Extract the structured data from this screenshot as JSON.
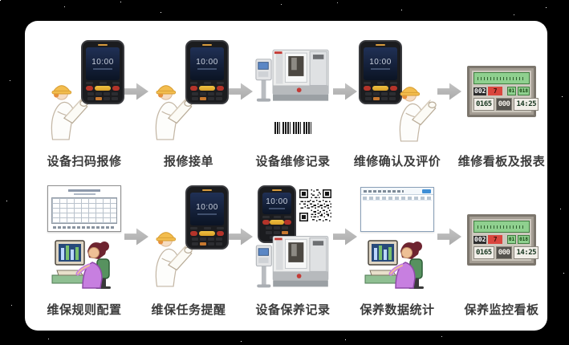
{
  "flow": {
    "rows": [
      {
        "name": "repair-flow",
        "steps": [
          {
            "label": "设备扫码报修"
          },
          {
            "label": "报修接单"
          },
          {
            "label": "设备维修记录"
          },
          {
            "label": "维修确认及评价"
          },
          {
            "label": "维修看板及报表"
          }
        ]
      },
      {
        "name": "maintenance-flow",
        "steps": [
          {
            "label": "维保规则配置"
          },
          {
            "label": "维保任务提醒"
          },
          {
            "label": "设备保养记录"
          },
          {
            "label": "保养数据统计"
          },
          {
            "label": "保养监控看板"
          }
        ]
      }
    ]
  },
  "pda": {
    "time": "10:00"
  },
  "kanban": {
    "line_no": "002",
    "alarm": "7",
    "target1": "01",
    "target2": "018",
    "count_left": "0165",
    "count_mid": "000",
    "clock": "14:25"
  },
  "icons": {
    "arrow": "right-arrow",
    "device": "handheld-pda",
    "person": "worker-with-blueprints",
    "machine": "cnc-machine",
    "board": "andon-kanban-board"
  },
  "colors": {
    "page_bg": "#000000",
    "card_bg": "#ffffff",
    "arrow": "#b5b5b5",
    "label": "#3c3c3c",
    "kanban_green": "#8fd08f",
    "alarm_red": "#d9463e",
    "scan_yellow": "#e8b931"
  }
}
